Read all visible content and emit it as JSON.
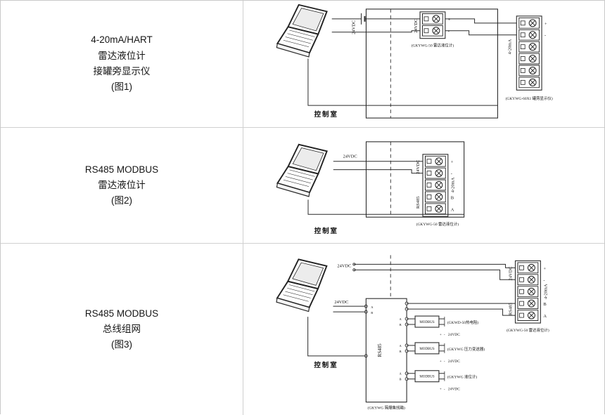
{
  "rows": [
    {
      "label_lines": [
        "4-20mA/HART",
        "雷达液位计",
        "接罐旁显示仪",
        "(图1)"
      ]
    },
    {
      "label_lines": [
        "RS485 MODBUS",
        "雷达液位计",
        "(图2)"
      ]
    },
    {
      "label_lines": [
        "RS485 MODBUS",
        "总线组网",
        "(图3)"
      ]
    }
  ],
  "d1": {
    "control_room": "控制室",
    "supply": "24VDC",
    "block_power": "24VDC",
    "plus": "+",
    "minus": "-",
    "radar_label": "(GKYWG-50 雷达液位计)",
    "loop": "4-20mA",
    "display_label": "(GKYWG-60X1 罐旁显示仪)"
  },
  "d2": {
    "control_room": "控制室",
    "supply": "24VDC",
    "t_power": "24VDC",
    "t_loop": "4-20mA",
    "t_bus": "RS485",
    "plus": "+",
    "minus": "-",
    "b": "B",
    "a": "A",
    "radar_label": "(GKYWG-50 雷达液位计)"
  },
  "d3": {
    "control_room": "控制室",
    "supply_top": "24VDC",
    "supply_mid": "24VDC",
    "t_power": "24VDC",
    "t_loop": "4-20mA",
    "t_bus": "RS485",
    "plus": "+",
    "minus": "-",
    "b": "B",
    "a": "A",
    "radar_label": "(GKYWG-50 雷达液位计)",
    "hub_bus": "RS485",
    "hub_label": "(GKYWG 隔爆集线箱)",
    "branches": [
      {
        "bus": "MODBUS",
        "a": "A",
        "b": "B",
        "device": "(GKWD-50热电阻)",
        "power": "24VDC"
      },
      {
        "bus": "MODBUS",
        "a": "A",
        "b": "B",
        "device": "(GKYWG 压力变送器)",
        "power": "24VDC"
      },
      {
        "bus": "MODBUS",
        "a": "A",
        "b": "B",
        "device": "(GKYWG 液位计)",
        "power": "24VDC"
      }
    ]
  }
}
